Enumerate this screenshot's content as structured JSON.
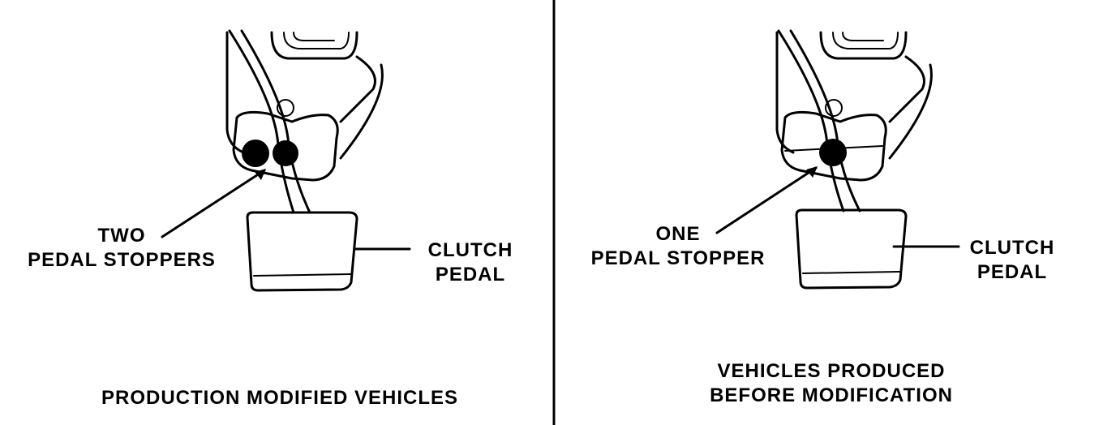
{
  "left_panel": {
    "stopper_label_line1": "TWO",
    "stopper_label_line2": "PEDAL STOPPERS",
    "pedal_label_line1": "CLUTCH",
    "pedal_label_line2": "PEDAL",
    "caption_line1": "PRODUCTION MODIFIED VEHICLES"
  },
  "right_panel": {
    "stopper_label_line1": "ONE",
    "stopper_label_line2": "PEDAL STOPPER",
    "pedal_label_line1": "CLUTCH",
    "pedal_label_line2": "PEDAL",
    "caption_line1": "VEHICLES PRODUCED",
    "caption_line2": "BEFORE MODIFICATION"
  },
  "colors": {
    "ink": "#000000",
    "background": "#ffffff"
  }
}
